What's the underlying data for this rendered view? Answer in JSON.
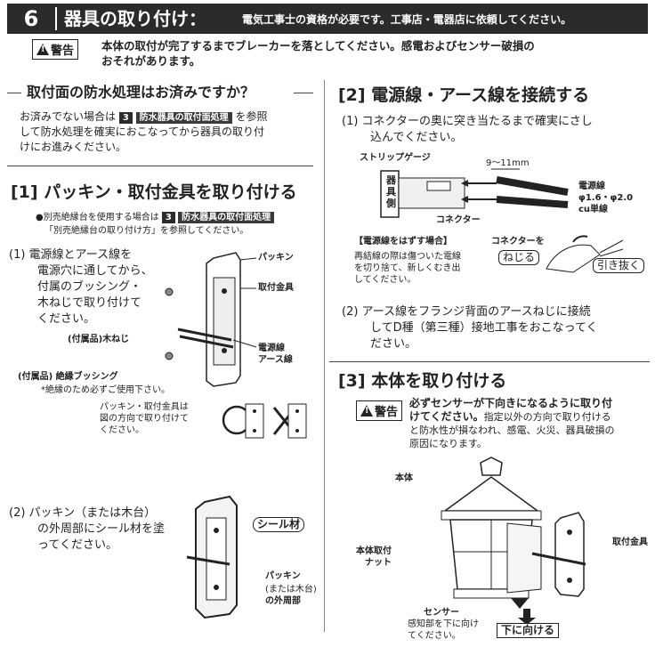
{
  "header": {
    "number": "6",
    "title": "器具の取り付け：",
    "note": "電気工事士の資格が必要です。工事店・電器店に依頼してください。"
  },
  "warning_top": {
    "badge": "警告",
    "line1": "本体の取付が完了するまでブレーカーを落としてください。感電およびセンサー破損の",
    "line2": "おそれがあります。"
  },
  "waterproof": {
    "title": "取付面の防水処理はお済みですか？",
    "line1_a": "お済みでない場合は",
    "ref_num": "3",
    "ref_label": "防水器具の取付面処理",
    "line1_b": "を参照",
    "line2": "して防水処理を確実におこなってから器具の取り付",
    "line3": "けにお進みください。"
  },
  "step1": {
    "title": "[1]  パッキン・取付金具を取り付ける",
    "note_a": "●別売絶縁台を使用する場合は",
    "note_ref_num": "3",
    "note_ref_label": "防水器具の取付面処理",
    "note_b": "「別売絶縁台の取り付け方」を参照してください。",
    "item1_l1": "(1)  電源線とアース線を",
    "item1_l2": "電源穴に通してから、",
    "item1_l3": "付属のブッシング・",
    "item1_l4": "木ねじで取り付けて",
    "item1_l5": "ください。",
    "lbl_packing": "パッキン",
    "lbl_bracket": "取付金具",
    "lbl_screw": "(付属品)木ねじ",
    "lbl_power": "電源線",
    "lbl_earth": "アース線",
    "lbl_bushing": "(付属品) 絶縁ブッシング",
    "lbl_bushing_note": "*絶縁のため必ずご使用下さい。",
    "dir_l1": "パッキン・取付金具は",
    "dir_l2": "図の方向で取り付けて",
    "dir_l3": "ください。",
    "item2_l1": "(2)  パッキン（または木台）",
    "item2_l2": "の外周部にシール材を塗",
    "item2_l3": "ってください。",
    "lbl_seal": "シール材",
    "lbl_outer_l1": "パッキン",
    "lbl_outer_l2": "(または木台)",
    "lbl_outer_l3": "の外周部"
  },
  "step2": {
    "title": "[2]  電源線・アース線を接続する",
    "item1_l1": "(1)  コネクターの奥に突き当たるまで確実にさし",
    "item1_l2": "込んでください。",
    "lbl_strip": "ストリップゲージ",
    "lbl_length": "9～11mm",
    "lbl_side": "器具側",
    "lbl_connector": "コネクター",
    "lbl_wire_l1": "電源線",
    "lbl_wire_l2": "φ1.6・φ2.0",
    "lbl_wire_l3": "cu単線",
    "remove_title": "【電源線をはずす場合】",
    "remove_l1": "再結線の際は傷ついた電線",
    "remove_l2": "を切り捨て、新しくむき出",
    "remove_l3": "してください。",
    "lbl_connector_turn": "コネクターを",
    "btn_twist": "ねじる",
    "btn_pull": "引き抜く",
    "item2_l1": "(2)  アース線をフランジ背面のアースねじに接続",
    "item2_l2": "してD種（第三種）接地工事をおこなってく",
    "item2_l3": "ださい。"
  },
  "step3": {
    "title": "[3]  本体を取り付ける",
    "badge": "警告",
    "warn_l1": "必ずセンサーが下向きになるように取り付",
    "warn_l2_bold": "けてください。",
    "warn_l2_rest": "指定以外の方向で取り付ける",
    "warn_l3": "と防水性が損なわれ、感電、火災、器具破損の",
    "warn_l4": "原因になります。",
    "lbl_body": "本体",
    "lbl_nut_l1": "本体取付",
    "lbl_nut_l2": "ナット",
    "lbl_bracket": "取付金具",
    "lbl_sensor_l1": "センサー",
    "lbl_sensor_l2": "感知部を下に向け",
    "lbl_sensor_l3": "てください。",
    "btn_down": "下に向ける"
  }
}
